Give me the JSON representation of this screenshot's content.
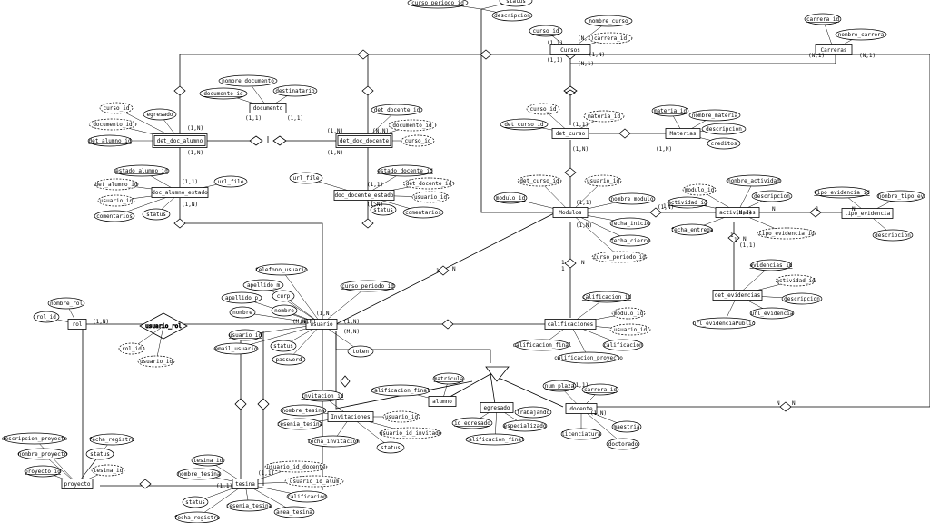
{
  "entities": [
    {
      "id": "cursos",
      "label": "Cursos"
    },
    {
      "id": "carreras",
      "label": "Carreras"
    },
    {
      "id": "documento",
      "label": "documento"
    },
    {
      "id": "det_doc_alumno",
      "label": "det_doc_alumno"
    },
    {
      "id": "det_doc_docente",
      "label": "det_doc_docente"
    },
    {
      "id": "doc_alumno_estado",
      "label": "doc_alumno_estado"
    },
    {
      "id": "doc_docente_estado",
      "label": "doc_docente_estado"
    },
    {
      "id": "det_curso",
      "label": "det_curso"
    },
    {
      "id": "materias",
      "label": "Materias"
    },
    {
      "id": "modulos",
      "label": "Modulos"
    },
    {
      "id": "actividades",
      "label": "actividades"
    },
    {
      "id": "tipo_evidencia",
      "label": "tipo_evidencia"
    },
    {
      "id": "det_evidencias",
      "label": "det_evidencias"
    },
    {
      "id": "calificaciones",
      "label": "calificaciones"
    },
    {
      "id": "rol",
      "label": "rol"
    },
    {
      "id": "usuario",
      "label": "usuario"
    },
    {
      "id": "invitaciones",
      "label": "Invitaciones"
    },
    {
      "id": "alumno",
      "label": "alumno"
    },
    {
      "id": "egresado",
      "label": "egresado"
    },
    {
      "id": "docente",
      "label": "docente"
    },
    {
      "id": "tesina",
      "label": "tesina"
    },
    {
      "id": "proyecto",
      "label": "proyecto"
    }
  ],
  "relationships": [
    {
      "id": "usuario_rol",
      "label": "usuario_rol"
    }
  ],
  "attributes": [
    {
      "id": "a_curso_periodo_id_top",
      "label": "curso_periodo_id",
      "key": true
    },
    {
      "id": "a_status_top",
      "label": "status"
    },
    {
      "id": "a_descripcion_top",
      "label": "descripcion"
    },
    {
      "id": "a_curso_id_c",
      "label": "curso_id",
      "key": true
    },
    {
      "id": "a_nombre_curso",
      "label": "nombre_curso"
    },
    {
      "id": "a_carrera_id_c",
      "label": "carrera_id",
      "derived": true
    },
    {
      "id": "a_carrera_id_k",
      "label": "carrera_id",
      "key": true
    },
    {
      "id": "a_nombre_carrera",
      "label": "nombre_carrera"
    },
    {
      "id": "a_nombre_documento",
      "label": "nombre_documento"
    },
    {
      "id": "a_documento_id_k",
      "label": "documento_id",
      "key": true
    },
    {
      "id": "a_destinatario",
      "label": "destinatario"
    },
    {
      "id": "a_curso_id_da",
      "label": "curso_id",
      "derived": true
    },
    {
      "id": "a_egresado_da",
      "label": "egresado"
    },
    {
      "id": "a_documento_id_da",
      "label": "documento_id",
      "derived": true
    },
    {
      "id": "a_det_alumno_id",
      "label": "det_alumno_id",
      "key": true
    },
    {
      "id": "a_det_docente_id",
      "label": "det_docente_id",
      "key": true
    },
    {
      "id": "a_documento_id_dd",
      "label": "documento_id",
      "derived": true
    },
    {
      "id": "a_curso_id_dd",
      "label": "curso_id",
      "derived": true
    },
    {
      "id": "a_estado_alumno_id",
      "label": "estado_alumno_id",
      "key": true
    },
    {
      "id": "a_det_alumno_id_e",
      "label": "det_alumno_id",
      "derived": true
    },
    {
      "id": "a_usuario_id_e",
      "label": "usuario_id",
      "derived": true
    },
    {
      "id": "a_url_file_a",
      "label": "url_file"
    },
    {
      "id": "a_comentarios_a",
      "label": "comentarios"
    },
    {
      "id": "a_status_a",
      "label": "status"
    },
    {
      "id": "a_url_file_d",
      "label": "url_file"
    },
    {
      "id": "a_estado_docente_id",
      "label": "estado_docente_id",
      "key": true
    },
    {
      "id": "a_det_docente_id_e",
      "label": "det_docente_id",
      "derived": true
    },
    {
      "id": "a_usuario_id_ed",
      "label": "usuario_id",
      "derived": true
    },
    {
      "id": "a_status_d",
      "label": "status"
    },
    {
      "id": "a_comentarios_d",
      "label": "comentarios"
    },
    {
      "id": "a_curso_id_dc",
      "label": "curso_id",
      "derived": true
    },
    {
      "id": "a_materia_id_dc",
      "label": "materia_id",
      "derived": true
    },
    {
      "id": "a_det_curso_id",
      "label": "det_curso_id",
      "key": true
    },
    {
      "id": "a_materia_id_k",
      "label": "materia_id",
      "key": true
    },
    {
      "id": "a_nombre_materia",
      "label": "nombre_materia"
    },
    {
      "id": "a_descripcion_m",
      "label": "descripcion"
    },
    {
      "id": "a_creditos",
      "label": "creditos"
    },
    {
      "id": "a_det_curso_id_m",
      "label": "det_curso_id",
      "derived": true
    },
    {
      "id": "a_usuario_id_m",
      "label": "usuario_id",
      "derived": true
    },
    {
      "id": "a_modulo_id_k",
      "label": "modulo_id",
      "key": true
    },
    {
      "id": "a_nombre_modulo",
      "label": "nombre_modulo"
    },
    {
      "id": "a_fecha_inicio",
      "label": "fecha_inicio"
    },
    {
      "id": "a_fecha_cierre",
      "label": "fecha_cierre"
    },
    {
      "id": "a_curso_periodo_id_m",
      "label": "curso_periodo_id",
      "derived": true
    },
    {
      "id": "a_modulo_id_act",
      "label": "modulo_id",
      "derived": true
    },
    {
      "id": "a_nombre_actividad",
      "label": "nombre_actividad"
    },
    {
      "id": "a_actividad_id_k",
      "label": "actividad_id",
      "key": true
    },
    {
      "id": "a_descripcion_act",
      "label": "descripcion"
    },
    {
      "id": "a_fecha_entrega",
      "label": "fecha_entrega"
    },
    {
      "id": "a_tipo_evidencia_id_act",
      "label": "tipo_evidencia_id",
      "derived": true
    },
    {
      "id": "a_tipo_evidencia_id_k",
      "label": "tipo_evidencia_id",
      "key": true
    },
    {
      "id": "a_nombre_tipo_ev",
      "label": "nombre_tipo_ev"
    },
    {
      "id": "a_descripcion_te",
      "label": "descripcion"
    },
    {
      "id": "a_evidencias_id",
      "label": "evidencias_id",
      "key": true
    },
    {
      "id": "a_actividad_id_ev",
      "label": "actividad_id",
      "derived": true
    },
    {
      "id": "a_descripcion_ev",
      "label": "descripcion"
    },
    {
      "id": "a_url_evidencia",
      "label": "url_evidencia"
    },
    {
      "id": "a_url_evidenciaPublic",
      "label": "url_evidenciaPublic"
    },
    {
      "id": "a_calificacion_id",
      "label": "calificacion_id",
      "key": true
    },
    {
      "id": "a_modulo_id_cal",
      "label": "modulo_id",
      "derived": true
    },
    {
      "id": "a_usuario_id_cal",
      "label": "usuario_id",
      "derived": true
    },
    {
      "id": "a_calificacion",
      "label": "calificacion"
    },
    {
      "id": "a_calificacion_final_c",
      "label": "calificacion_final"
    },
    {
      "id": "a_calificacion_proyecto",
      "label": "calificacion_proyecto"
    },
    {
      "id": "a_nombre_rol",
      "label": "nombre_rol"
    },
    {
      "id": "a_rol_id_k",
      "label": "rol_id"
    },
    {
      "id": "a_rol_id_ur",
      "label": "rol_id",
      "derived": true
    },
    {
      "id": "a_usuario_id_ur",
      "label": "usuario_id",
      "derived": true
    },
    {
      "id": "a_telefono_usuario",
      "label": "telefono_usuario"
    },
    {
      "id": "a_apellido_m",
      "label": "apellido_m"
    },
    {
      "id": "a_apellido_p",
      "label": "apellido_p"
    },
    {
      "id": "a_curp",
      "label": "curp"
    },
    {
      "id": "a_nombre_u",
      "label": "nombre"
    },
    {
      "id": "a_nombre_u2",
      "label": "nombre"
    },
    {
      "id": "a_usuario_id_k",
      "label": "usuario_id",
      "key": true
    },
    {
      "id": "a_email_usuario",
      "label": "email_usuario"
    },
    {
      "id": "a_status_u",
      "label": "status"
    },
    {
      "id": "a_password",
      "label": "password"
    },
    {
      "id": "a_token",
      "label": "token"
    },
    {
      "id": "a_curso_periodo_id_u",
      "label": "curso_periodo_id",
      "key": true
    },
    {
      "id": "a_invitacion_id",
      "label": "invitacion_id",
      "key": true
    },
    {
      "id": "a_nombre_tesina_i",
      "label": "nombre_tesina"
    },
    {
      "id": "a_resenia_tesina_i",
      "label": "resenia_tesina"
    },
    {
      "id": "a_fecha_invitacion",
      "label": "fecha_invitacion"
    },
    {
      "id": "a_usuario_id_i",
      "label": "usuario_id",
      "derived": true
    },
    {
      "id": "a_usuario_id_invitado",
      "label": "usuario_id_invitado",
      "derived": true
    },
    {
      "id": "a_status_i",
      "label": "status"
    },
    {
      "id": "a_matricula",
      "label": "matricula",
      "key": true
    },
    {
      "id": "a_calificacion_final_al",
      "label": "calificacion_final"
    },
    {
      "id": "a_id_egresado",
      "label": "id_egresado",
      "key": true
    },
    {
      "id": "a_trabajando",
      "label": "trabajando"
    },
    {
      "id": "a_especializado",
      "label": "especializado"
    },
    {
      "id": "a_calificacion_final_eg",
      "label": "calificacion_final"
    },
    {
      "id": "a_num_plaza",
      "label": "num_plaza",
      "key": true
    },
    {
      "id": "a_carrera_id_doc",
      "label": "carrera_id",
      "key": true
    },
    {
      "id": "a_maestria",
      "label": "maestria"
    },
    {
      "id": "a_licenciatura",
      "label": "licenciatura"
    },
    {
      "id": "a_doctorado",
      "label": "doctorado"
    },
    {
      "id": "a_tesina_id",
      "label": "tesina_id",
      "key": true
    },
    {
      "id": "a_nombre_tesina_t",
      "label": "nombre_tesina"
    },
    {
      "id": "a_usuario_id_docente",
      "label": "usuario_id_docente",
      "derived": true
    },
    {
      "id": "a_usuario_id_alum",
      "label": "usuario_id_alum",
      "derived": true
    },
    {
      "id": "a_calificacion_t",
      "label": "calificacion"
    },
    {
      "id": "a_area_tesina",
      "label": "area_tesina"
    },
    {
      "id": "a_resenia_tesina_t",
      "label": "resenia_tesina"
    },
    {
      "id": "a_status_t",
      "label": "status"
    },
    {
      "id": "a_fecha_registro_t",
      "label": "fecha_registro"
    },
    {
      "id": "a_descripcion_proyecto",
      "label": "descripcion_proyecto"
    },
    {
      "id": "a_fecha_registro_p",
      "label": "fecha_registro"
    },
    {
      "id": "a_nombre_proyecto",
      "label": "nombre_proyecto"
    },
    {
      "id": "a_status_p",
      "label": "status"
    },
    {
      "id": "a_proyecto_id",
      "label": "proyecto_id",
      "key": true
    },
    {
      "id": "a_tesina_id_p",
      "label": "tesina_id",
      "derived": true
    }
  ],
  "cardinalities": [
    "(1,1)",
    "(N,1)",
    "(1,1)",
    "(N,1)",
    "(1,N)",
    "(N,1)",
    "(N,1)",
    "(1,1)",
    "(1,1)",
    "(1,N)",
    "(1,N)",
    "(1,N)",
    "(1,N)",
    "(N,N)",
    "(1,N)",
    "(1,1)",
    "(1,N)",
    "(1,1)",
    "(1,N)",
    "(1,N)",
    "(N,1)",
    "(1,1)",
    "(1,N)",
    "(1,N)",
    "(1,N)",
    "(1,N)",
    "(M,N)",
    "(M,N)",
    "(1,1)",
    "(1,N)",
    "(1,1)",
    "(1,N)",
    "(1,1)",
    "(1,1)",
    "(1,1)",
    "(1,N)",
    "1",
    "N",
    "1",
    "N",
    "1",
    "N",
    "1",
    "N",
    "1",
    "N",
    "N",
    "1",
    "N",
    "1"
  ],
  "colors": {
    "line": "#000000",
    "background": "#ffffff"
  }
}
